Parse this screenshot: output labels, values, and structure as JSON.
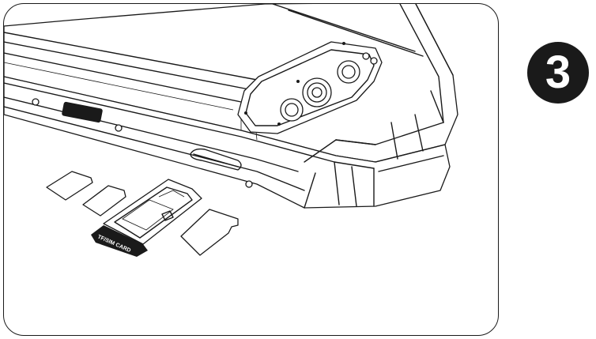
{
  "step": {
    "number": "3"
  },
  "tray": {
    "label": "TF/SIM CARD"
  },
  "colors": {
    "line": "#1a1a1a",
    "background": "#ffffff"
  },
  "icons": [
    "smartphone-back-illustration",
    "camera-module-icon",
    "sim-card-icon",
    "nano-sim-card-icon",
    "sim-tray-icon",
    "microsd-card-icon",
    "step-number-badge"
  ]
}
